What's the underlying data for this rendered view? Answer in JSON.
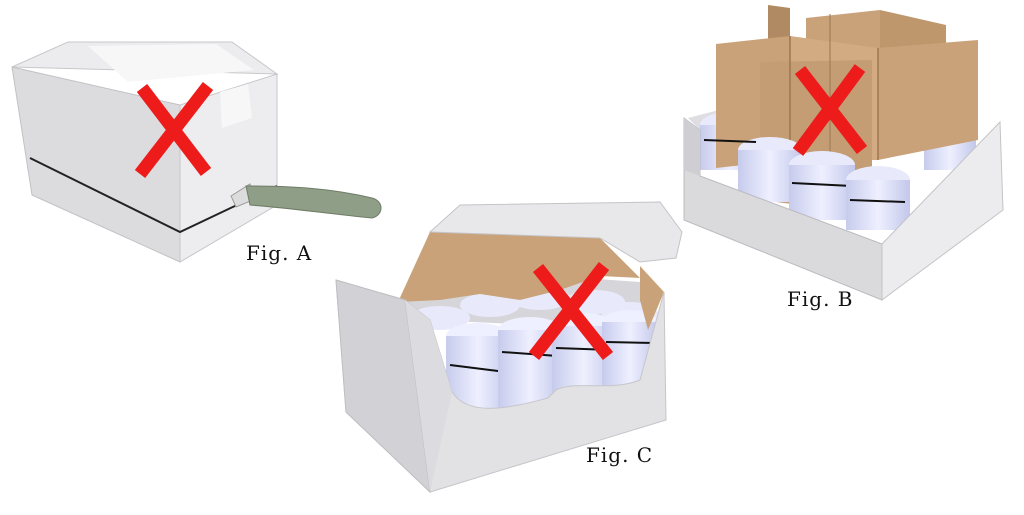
{
  "colors": {
    "background": "#ffffff",
    "box_light": "#e8e8ea",
    "box_mid": "#d4d4d8",
    "box_dark": "#bdbdc2",
    "cardboard": "#c9a27a",
    "cardboard_dark": "#b08a62",
    "jar": "#d9dcf2",
    "jar_shadow": "#b9bde0",
    "band": "#111111",
    "cutter_handle": "#8f9e86",
    "cutter_blade": "#d9d9d9",
    "x_mark": "#ee1b1b"
  },
  "figures": [
    {
      "id": "A",
      "label": "Fig. A",
      "icon": "x-mark-icon"
    },
    {
      "id": "B",
      "label": "Fig. B",
      "icon": "x-mark-icon"
    },
    {
      "id": "C",
      "label": "Fig. C",
      "icon": "x-mark-icon"
    }
  ]
}
